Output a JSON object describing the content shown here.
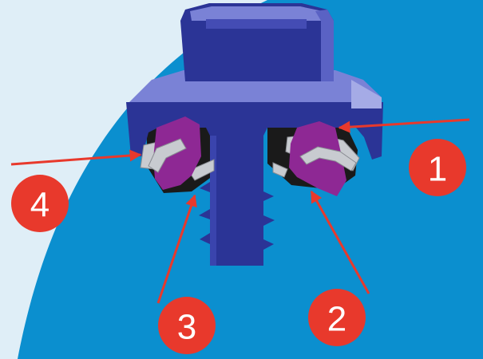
{
  "colors": {
    "background_blue": "#0b8fcf",
    "background_light": "#dfeef7",
    "screw_dark": "#2b3496",
    "screw_light": "#7a82d6",
    "seal_purple": "#8e2894",
    "washer_gray": "#c8cbd0",
    "shadow_black": "#1a1a1a",
    "arrow_red": "#e8392c",
    "badge_red": "#e8392c"
  },
  "callouts": [
    {
      "id": "1",
      "label": "1"
    },
    {
      "id": "2",
      "label": "2"
    },
    {
      "id": "3",
      "label": "3"
    },
    {
      "id": "4",
      "label": "4"
    }
  ]
}
